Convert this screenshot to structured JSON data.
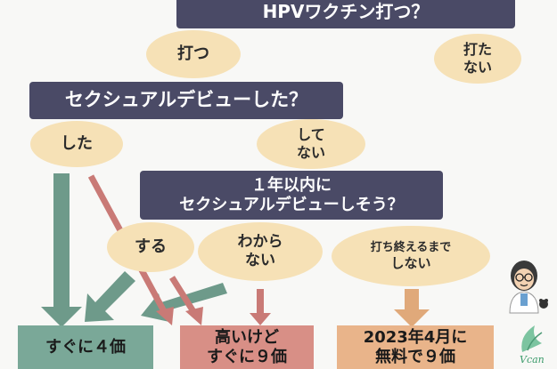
{
  "questions": {
    "q1": "HPVワクチン打つ？",
    "q2": "セクシュアルデビューした？",
    "q3_line1": "１年以内に",
    "q3_line2": "セクシュアルデビューしそう？"
  },
  "answers": {
    "utsu": "打つ",
    "utanai_line1": "打た",
    "utanai_line2": "ない",
    "shita": "した",
    "shitenai_line1": "して",
    "shitenai_line2": "ない",
    "suru": "する",
    "wakaranai_line1": "わから",
    "wakaranai_line2": "ない",
    "uchioeru_line1": "打ち終えるまで",
    "uchioeru_line2": "しない"
  },
  "results": {
    "r1": "すぐに４価",
    "r2_line1": "高いけど",
    "r2_line2": "すぐに９価",
    "r3_line1": "2023年4月に",
    "r3_line2": "無料で９価"
  },
  "colors": {
    "box": "#4a4a66",
    "pill": "#f6e1b6",
    "green": "#6e9a8a",
    "pink": "#c97a76",
    "orange": "#e0a97a",
    "result_green": "#7aa898",
    "result_pink": "#d88f86",
    "result_orange": "#e9b48a"
  },
  "logo": {
    "text": "Vcan"
  }
}
